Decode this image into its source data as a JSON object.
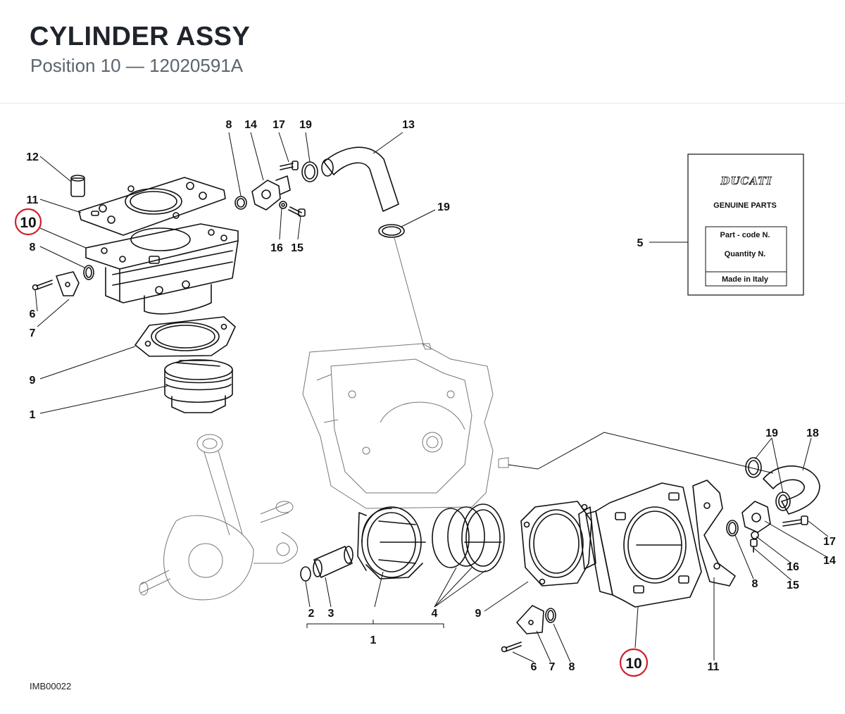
{
  "header": {
    "title": "CYLINDER ASSY",
    "subtitle": "Position 10 — 12020591A"
  },
  "highlight": {
    "position": "10",
    "color": "#d0202a"
  },
  "label_card": {
    "brand": "DUCATI",
    "genuine": "GENUINE PARTS",
    "part_code": "Part - code N.",
    "quantity": "Quantity N.",
    "made_in": "Made in Italy"
  },
  "callouts": {
    "top_group": {
      "c12": "12",
      "c11": "11",
      "c10": "10",
      "c8": "8",
      "c6": "6",
      "c7": "7",
      "c9": "9",
      "c1": "1"
    },
    "top_middle": {
      "c8": "8",
      "c14": "14",
      "c17": "17",
      "c19": "19",
      "c13": "13",
      "c16": "16",
      "c15": "15",
      "c19b": "19"
    },
    "label": {
      "c5": "5"
    },
    "right_group": {
      "c19": "19",
      "c18": "18",
      "c17": "17",
      "c14": "14",
      "c16": "16",
      "c15": "15",
      "c8": "8",
      "c11": "11",
      "c10": "10"
    },
    "bottom_group": {
      "c2": "2",
      "c3": "3",
      "c4": "4",
      "c9": "9",
      "c1": "1",
      "c6": "6",
      "c7": "7",
      "c8": "8"
    }
  },
  "image_code": "IMB00022"
}
